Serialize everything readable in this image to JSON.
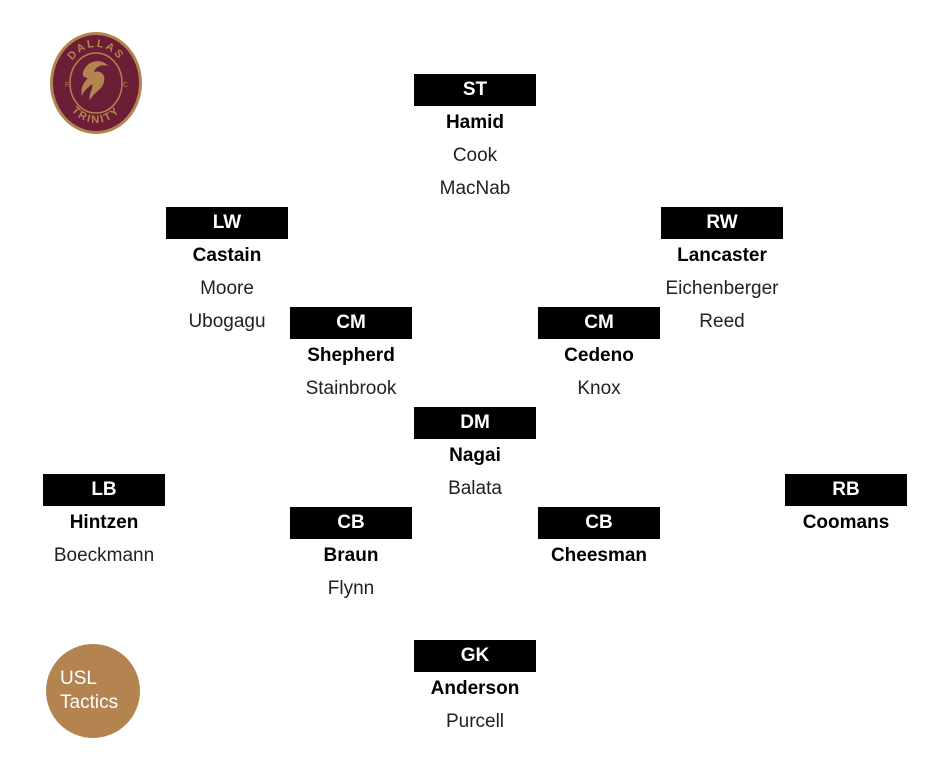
{
  "logo": {
    "text_top": "DALLAS",
    "text_bottom": "TRINITY",
    "letter_left": "F",
    "letter_right": "C",
    "colors": {
      "fill": "#6d1e37",
      "accent": "#b3844f"
    }
  },
  "badge": {
    "line1": "USL",
    "line2": "Tactics",
    "color": "#b3844f"
  },
  "positions": [
    {
      "id": "st",
      "label": "ST",
      "starter": "Hamid",
      "subs": [
        "Cook",
        "MacNab"
      ]
    },
    {
      "id": "lw",
      "label": "LW",
      "starter": "Castain",
      "subs": [
        "Moore",
        "Ubogagu"
      ]
    },
    {
      "id": "rw",
      "label": "RW",
      "starter": "Lancaster",
      "subs": [
        "Eichenberger",
        "Reed"
      ]
    },
    {
      "id": "lcm",
      "label": "CM",
      "starter": "Shepherd",
      "subs": [
        "Stainbrook"
      ]
    },
    {
      "id": "rcm",
      "label": "CM",
      "starter": "Cedeno",
      "subs": [
        "Knox"
      ]
    },
    {
      "id": "dm",
      "label": "DM",
      "starter": "Nagai",
      "subs": [
        "Balata"
      ]
    },
    {
      "id": "lb",
      "label": "LB",
      "starter": "Hintzen",
      "subs": [
        "Boeckmann"
      ]
    },
    {
      "id": "rb",
      "label": "RB",
      "starter": "Coomans",
      "subs": []
    },
    {
      "id": "lcb",
      "label": "CB",
      "starter": "Braun",
      "subs": [
        "Flynn"
      ]
    },
    {
      "id": "rcb",
      "label": "CB",
      "starter": "Cheesman",
      "subs": []
    },
    {
      "id": "gk",
      "label": "GK",
      "starter": "Anderson",
      "subs": [
        "Purcell"
      ]
    }
  ]
}
